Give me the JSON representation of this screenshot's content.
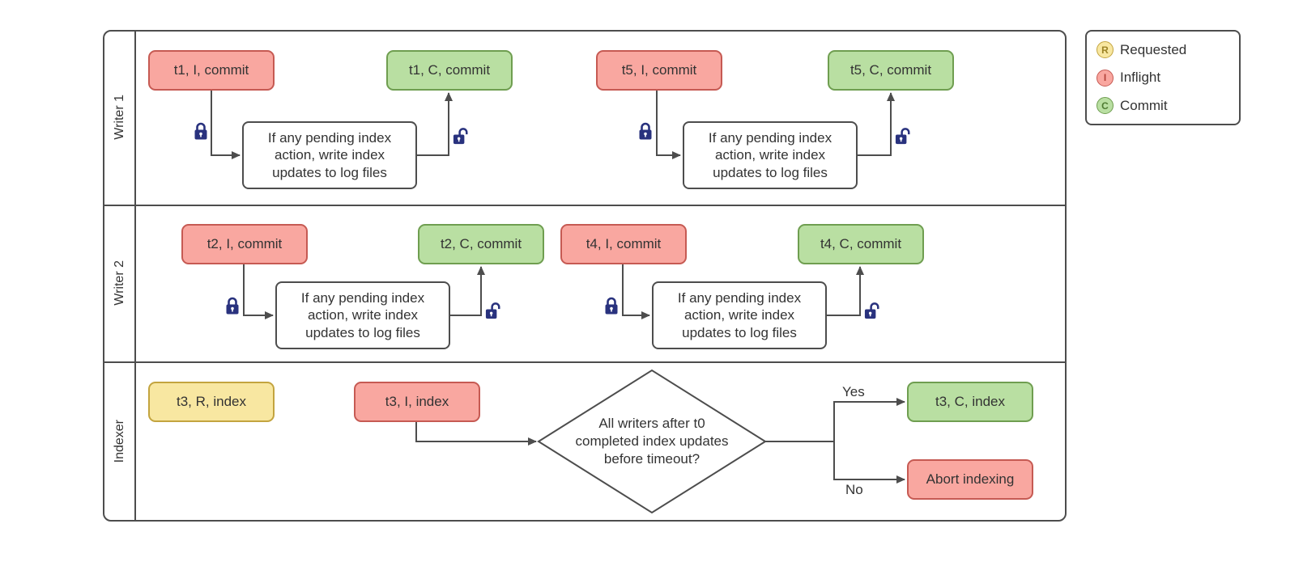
{
  "diagram": {
    "lanes": [
      {
        "label": "Writer 1"
      },
      {
        "label": "Writer 2"
      },
      {
        "label": "Indexer"
      }
    ],
    "writer1": {
      "t1_inflight": "t1, I, commit",
      "t1_commit": "t1, C, commit",
      "process_a": "If any pending index action, write index updates to log files",
      "t5_inflight": "t5, I, commit",
      "t5_commit": "t5, C, commit",
      "process_b": "If any pending index action, write index updates to log files"
    },
    "writer2": {
      "t2_inflight": "t2, I, commit",
      "t2_commit": "t2, C, commit",
      "process_a": "If any pending index action, write index updates to log files",
      "t4_inflight": "t4, I, commit",
      "t4_commit": "t4, C, commit",
      "process_b": "If any pending index action, write index updates to log files"
    },
    "indexer": {
      "t3_requested": "t3, R, index",
      "t3_inflight": "t3, I, index",
      "decision": "All writers after t0 completed index updates before timeout?",
      "branch_yes": "Yes",
      "branch_no": "No",
      "t3_commit": "t3, C, index",
      "abort": "Abort indexing"
    }
  },
  "legend": {
    "items": [
      {
        "symbol": "R",
        "label": "Requested"
      },
      {
        "symbol": "I",
        "label": "Inflight"
      },
      {
        "symbol": "C",
        "label": "Commit"
      }
    ]
  },
  "colors": {
    "requested_fill": "#F8E7A1",
    "requested_stroke": "#C3A43F",
    "inflight_fill": "#F9A7A0",
    "inflight_stroke": "#C65A53",
    "commit_fill": "#B9DFA2",
    "commit_stroke": "#6F9E50",
    "shape_stroke": "#4D4D4D",
    "connector": "#4D4D4D",
    "lock": "#29327E"
  }
}
